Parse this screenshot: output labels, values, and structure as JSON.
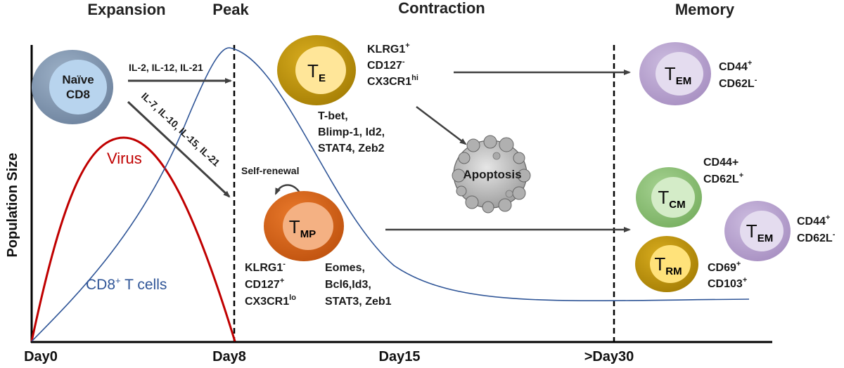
{
  "phases": {
    "expansion": "Expansion",
    "peak": "Peak",
    "contraction": "Contraction",
    "memory": "Memory"
  },
  "days": {
    "d0": "Day0",
    "d8": "Day8",
    "d15": "Day15",
    "d30": ">Day30"
  },
  "y_axis_label": "Population Size",
  "virus_label": "Virus",
  "cd8_label": {
    "main": "CD8",
    "sup": "+",
    "rest": " T cells"
  },
  "naive_cell": {
    "line1": "Naïve",
    "line2": "CD8"
  },
  "cytokines_top": "IL-2, IL-12, IL-21",
  "cytokines_diag": "IL-7, IL-10, IL-15, IL-21",
  "self_renewal": "Self-renewal",
  "apoptosis": "Apoptosis",
  "te_cell": {
    "name": "T",
    "sub": "E",
    "markers": [
      {
        "main": "KLRG1",
        "sup": "+"
      },
      {
        "main": "CD127",
        "sup": "-"
      },
      {
        "main": "CX3CR1",
        "sup": "hi"
      }
    ],
    "tfs": [
      "T-bet,",
      "Blimp-1, Id2,",
      "STAT4, Zeb2"
    ]
  },
  "tmp_cell": {
    "name": "T",
    "sub": "MP",
    "markers": [
      {
        "main": "KLRG1",
        "sup": "-"
      },
      {
        "main": "CD127",
        "sup": "+"
      },
      {
        "main": "CX3CR1",
        "sup": "lo"
      }
    ],
    "tfs": [
      "Eomes,",
      "Bcl6,Id3,",
      "STAT3, Zeb1"
    ]
  },
  "tem_cell_top": {
    "name": "T",
    "sub": "EM",
    "markers": [
      {
        "main": "CD44",
        "sup": "+"
      },
      {
        "main": "CD62L",
        "sup": "-"
      }
    ]
  },
  "tcm_cell": {
    "name": "T",
    "sub": "CM",
    "markers": [
      {
        "main": "CD44+",
        "sup": ""
      },
      {
        "main": "CD62L",
        "sup": "+"
      }
    ]
  },
  "tem_cell_bottom": {
    "name": "T",
    "sub": "EM",
    "markers": [
      {
        "main": "CD44",
        "sup": "+"
      },
      {
        "main": "CD62L",
        "sup": "-"
      }
    ]
  },
  "trm_cell": {
    "name": "T",
    "sub": "RM",
    "markers": [
      {
        "main": "CD69",
        "sup": "+"
      },
      {
        "main": "CD103",
        "sup": "+"
      }
    ]
  },
  "colors": {
    "virus": "#c00000",
    "cd8": "#2f5597",
    "naive_outer": "#7f93ad",
    "naive_inner": "#b8d4ee",
    "te_outer": "#c49a0a",
    "te_inner": "#ffe699",
    "tmp_outer": "#d9661a",
    "tmp_inner": "#f4b183",
    "tem_outer": "#b9a6cf",
    "tem_inner": "#e4dcef",
    "tcm_outer": "#8fc27a",
    "tcm_inner": "#d4ecc8",
    "trm_outer": "#c49a0a",
    "trm_inner": "#ffe27a"
  }
}
